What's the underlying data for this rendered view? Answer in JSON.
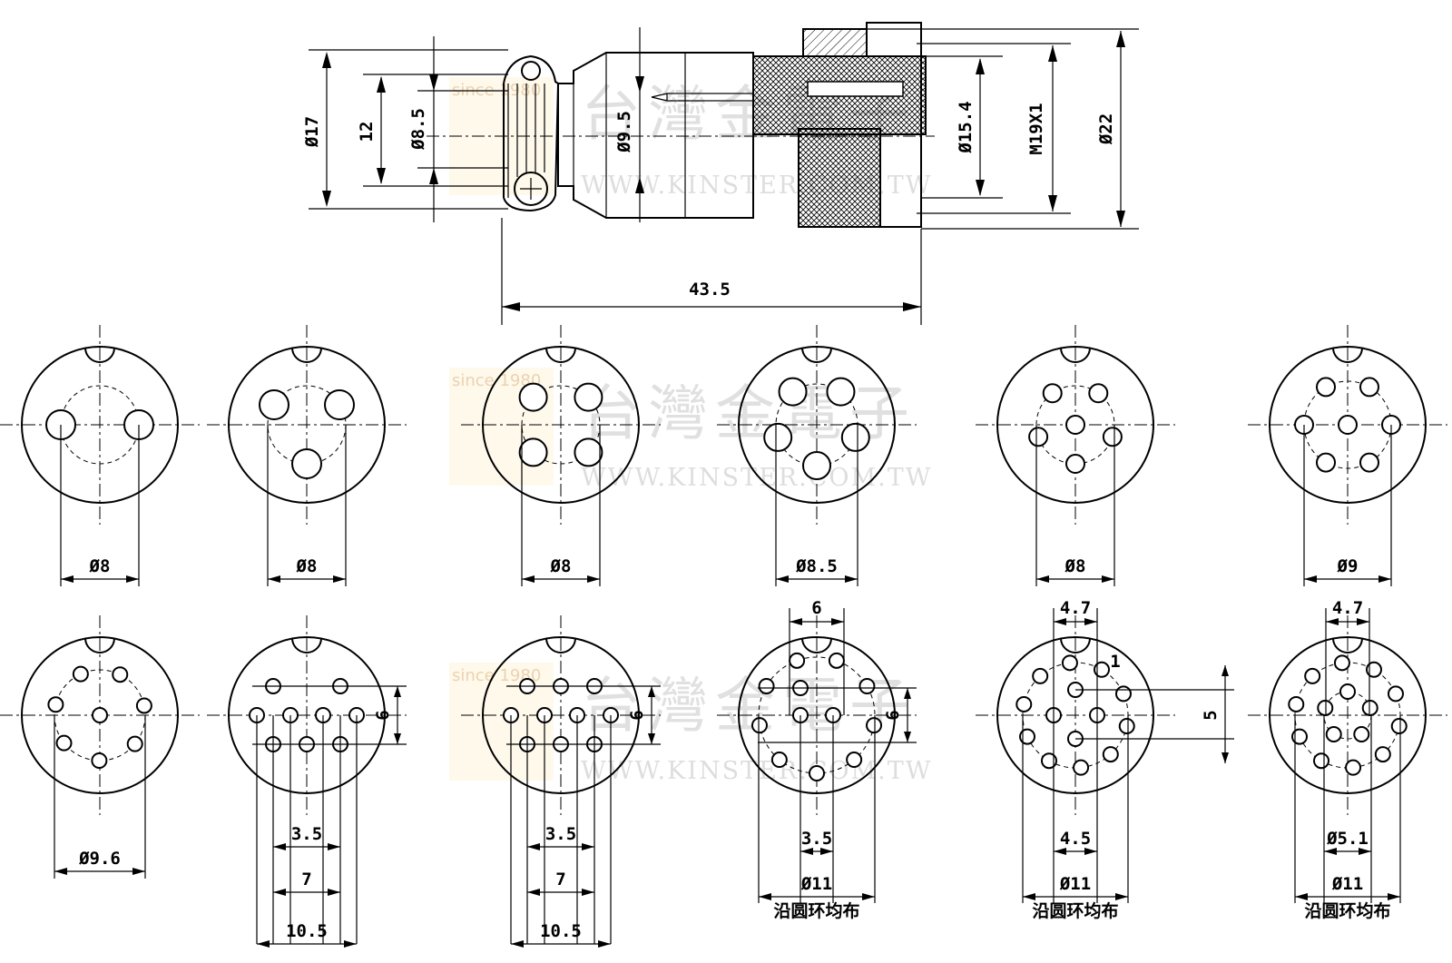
{
  "side_view": {
    "dims": {
      "d17": "Ø17",
      "h12": "12",
      "d8_5": "Ø8.5",
      "d9_5": "Ø9.5",
      "d15_4": "Ø15.4",
      "thread": "M19X1",
      "d22": "Ø22",
      "length": "43.5"
    }
  },
  "watermark": {
    "company": "台灣金電子",
    "url": "WWW.KINSTER.COM.TW",
    "since": "since 1980"
  },
  "connectors": [
    {
      "pins": 2,
      "diameter_label": "Ø8"
    },
    {
      "pins": 3,
      "diameter_label": "Ø8"
    },
    {
      "pins": 4,
      "diameter_label": "Ø8"
    },
    {
      "pins": 5,
      "diameter_label": "Ø8.5"
    },
    {
      "pins": 6,
      "diameter_label": "Ø8"
    },
    {
      "pins": 7,
      "diameter_label": "Ø9"
    },
    {
      "pins": 8,
      "diameter_label": "Ø9.6"
    },
    {
      "pins": 9,
      "labels": [
        "3.5",
        "7",
        "10.5",
        "6"
      ]
    },
    {
      "pins": 10,
      "labels": [
        "3.5",
        "7",
        "10.5",
        "6"
      ]
    },
    {
      "pins": 12,
      "labels": [
        "6",
        "3.5",
        "Ø11",
        "6"
      ],
      "note": "沿圆环均布"
    },
    {
      "pins": 14,
      "labels": [
        "4.7",
        "4.5",
        "Ø11",
        "5"
      ],
      "pin_number": "1",
      "note": "沿圆环均布"
    },
    {
      "pins": 15,
      "labels": [
        "4.7",
        "Ø5.1",
        "Ø11"
      ],
      "note": "沿圆环均布"
    }
  ]
}
